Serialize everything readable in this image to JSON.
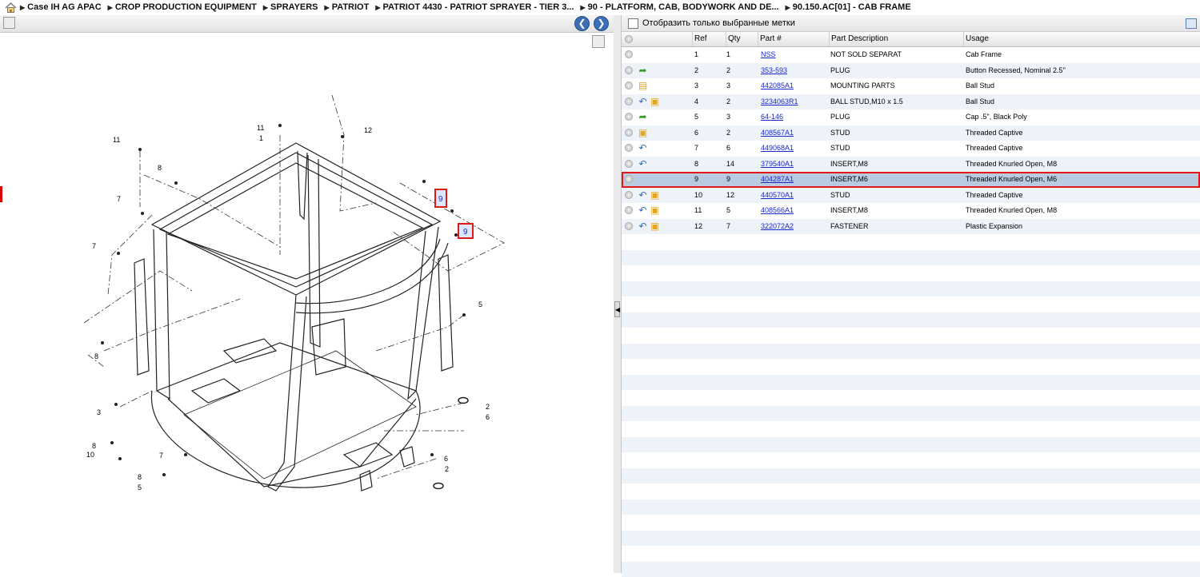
{
  "breadcrumb": {
    "home_icon": "house-icon",
    "items": [
      "Case IH AG APAC",
      "CROP PRODUCTION EQUIPMENT",
      "SPRAYERS",
      "PATRIOT",
      "PATRIOT 4430 - PATRIOT SPRAYER - TIER 3...",
      "90 - PLATFORM, CAB, BODYWORK AND DE...",
      "90.150.AC[01] - CAB FRAME"
    ]
  },
  "diagram": {
    "callouts": [
      "1",
      "2",
      "2",
      "3",
      "5",
      "5",
      "6",
      "6",
      "7",
      "7",
      "7",
      "8",
      "8",
      "8",
      "8",
      "9",
      "9",
      "10",
      "11",
      "11",
      "12"
    ],
    "highlighted_ref": "9"
  },
  "filter": {
    "label": "Отобразить только выбранные метки"
  },
  "grid": {
    "headers": {
      "ref": "Ref",
      "qty": "Qty",
      "part": "Part #",
      "desc": "Part Description",
      "usage": "Usage"
    },
    "rows": [
      {
        "ref": "1",
        "qty": "1",
        "part": "NSS",
        "desc": "NOT SOLD SEPARAT",
        "usage": "Cab Frame",
        "icons": []
      },
      {
        "ref": "2",
        "qty": "2",
        "part": "353-593",
        "desc": "PLUG",
        "usage": "Button Recessed, Nominal 2.5\"",
        "icons": [
          "green-arrow-icon"
        ]
      },
      {
        "ref": "3",
        "qty": "3",
        "part": "442085A1",
        "desc": "MOUNTING PARTS",
        "usage": "Ball Stud",
        "icons": [
          "note-icon"
        ]
      },
      {
        "ref": "4",
        "qty": "2",
        "part": "3234063R1",
        "desc": "BALL STUD,M10 x 1.5",
        "usage": "Ball Stud",
        "icons": [
          "blue-arrow-icon",
          "box-icon"
        ]
      },
      {
        "ref": "5",
        "qty": "3",
        "part": "64-146",
        "desc": "PLUG",
        "usage": "Cap .5\",  Black Poly",
        "icons": [
          "green-arrow-icon"
        ]
      },
      {
        "ref": "6",
        "qty": "2",
        "part": "408567A1",
        "desc": "STUD",
        "usage": "Threaded Captive",
        "icons": [
          "box-icon"
        ]
      },
      {
        "ref": "7",
        "qty": "6",
        "part": "449068A1",
        "desc": "STUD",
        "usage": "Threaded Captive",
        "icons": [
          "blue-arrow-icon"
        ]
      },
      {
        "ref": "8",
        "qty": "14",
        "part": "379540A1",
        "desc": "INSERT,M8",
        "usage": "Threaded Knurled Open, M8",
        "icons": [
          "blue-arrow-icon"
        ]
      },
      {
        "ref": "9",
        "qty": "9",
        "part": "404287A1",
        "desc": "INSERT,M6",
        "usage": "Threaded Knurled Open, M6",
        "icons": [],
        "selected": true
      },
      {
        "ref": "10",
        "qty": "12",
        "part": "440570A1",
        "desc": "STUD",
        "usage": "Threaded Captive",
        "icons": [
          "blue-arrow-icon",
          "box-icon"
        ]
      },
      {
        "ref": "11",
        "qty": "5",
        "part": "408566A1",
        "desc": "INSERT,M8",
        "usage": "Threaded Knurled Open, M8",
        "icons": [
          "blue-arrow-icon",
          "box-icon"
        ]
      },
      {
        "ref": "12",
        "qty": "7",
        "part": "322072A2",
        "desc": "FASTENER",
        "usage": "Plastic Expansion",
        "icons": [
          "blue-arrow-icon",
          "box-icon"
        ]
      }
    ]
  }
}
